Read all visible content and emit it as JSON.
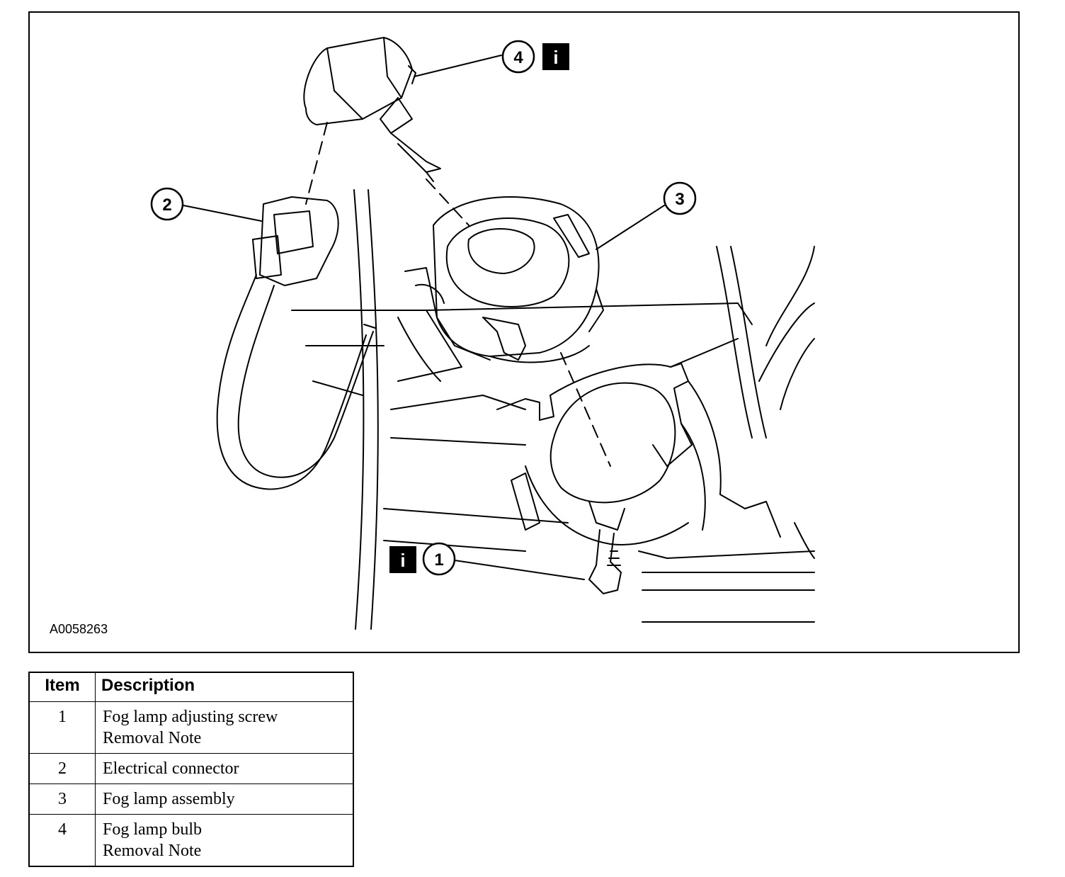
{
  "figure": {
    "id": "A0058263",
    "callouts": [
      {
        "number": "1",
        "has_info": true
      },
      {
        "number": "2",
        "has_info": false
      },
      {
        "number": "3",
        "has_info": false
      },
      {
        "number": "4",
        "has_info": true
      }
    ],
    "info_icon": "i"
  },
  "legend": {
    "headers": {
      "item": "Item",
      "description": "Description"
    },
    "rows": [
      {
        "item": "1",
        "line1": "Fog lamp adjusting screw",
        "line2": "Removal Note"
      },
      {
        "item": "2",
        "line1": "Electrical connector",
        "line2": ""
      },
      {
        "item": "3",
        "line1": "Fog lamp assembly",
        "line2": ""
      },
      {
        "item": "4",
        "line1": "Fog lamp bulb",
        "line2": "Removal Note"
      }
    ]
  }
}
